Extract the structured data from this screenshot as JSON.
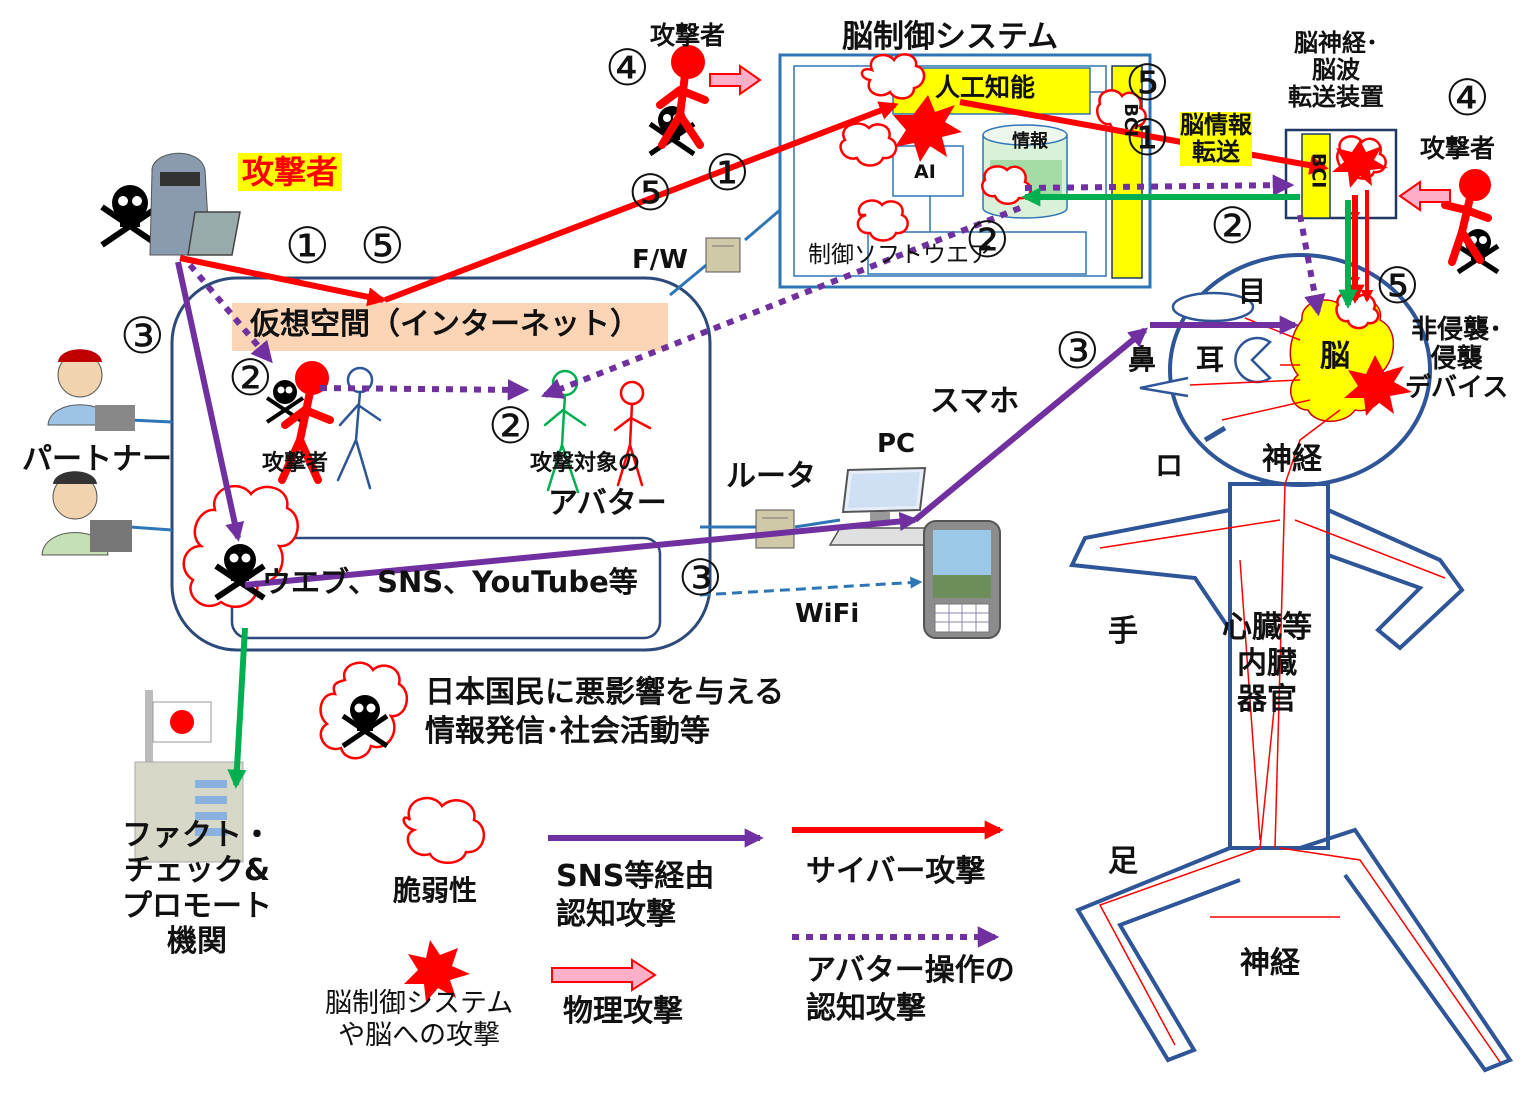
{
  "labels": {
    "attacker_main": "攻撃者",
    "attacker_top": "攻撃者",
    "attacker_right": "攻撃者",
    "attacker_avatar": "攻撃者",
    "brain_system_title": "脳制御システム",
    "ai_name": "人工知能",
    "ai_small": "AI",
    "info": "情報",
    "control_software": "制御ソフトウエア",
    "bci_left": "BCI",
    "bci_right": "BCI",
    "brain_info_transfer": "脳情報\n転送",
    "transfer_device": "脳神経･\n脳波\n転送装置",
    "fw": "F/W",
    "virtual_space": "仮想空間（インターネット）",
    "target_avatar": "攻撃対象の",
    "avatar": "アバター",
    "partner": "パートナー",
    "router": "ルータ",
    "pc": "PC",
    "smartphone": "スマホ",
    "web_sns": "ウエブ、SNS、YouTube等",
    "wifi": "WiFi",
    "influence": "日本国民に悪影響を与える\n情報発信･社会活動等",
    "fact_check": "ファクト・\nチェック&\nプロモート\n機関",
    "eye": "目",
    "nose": "鼻",
    "ear": "耳",
    "mouth": "ロ",
    "brain": "脳",
    "nerve_head": "神経",
    "device": "非侵襲･\n侵襲\nデバイス",
    "hand": "手",
    "organs": "心臓等\n内臓\n器官",
    "foot": "足",
    "nerve_legend": "神経"
  },
  "numbers": {
    "n1": "①",
    "n2": "②",
    "n3": "③",
    "n4": "④",
    "n5": "⑤"
  },
  "legend": {
    "vulnerability": "脆弱性",
    "attack_on_brain": "脳制御システム\nや脳への攻撃",
    "sns_cognitive": "SNS等経由\n認知攻撃",
    "physical": "物理攻撃",
    "cyber": "サイバー攻撃",
    "avatar_cognitive": "アバター操作の\n認知攻撃"
  },
  "colors": {
    "red": "#ff0000",
    "purple": "#7030a0",
    "green": "#00b050",
    "navy": "#1f3864",
    "frame_blue": "#2e75b6",
    "yellow": "#ffff00",
    "peach": "#fbd5b5"
  }
}
